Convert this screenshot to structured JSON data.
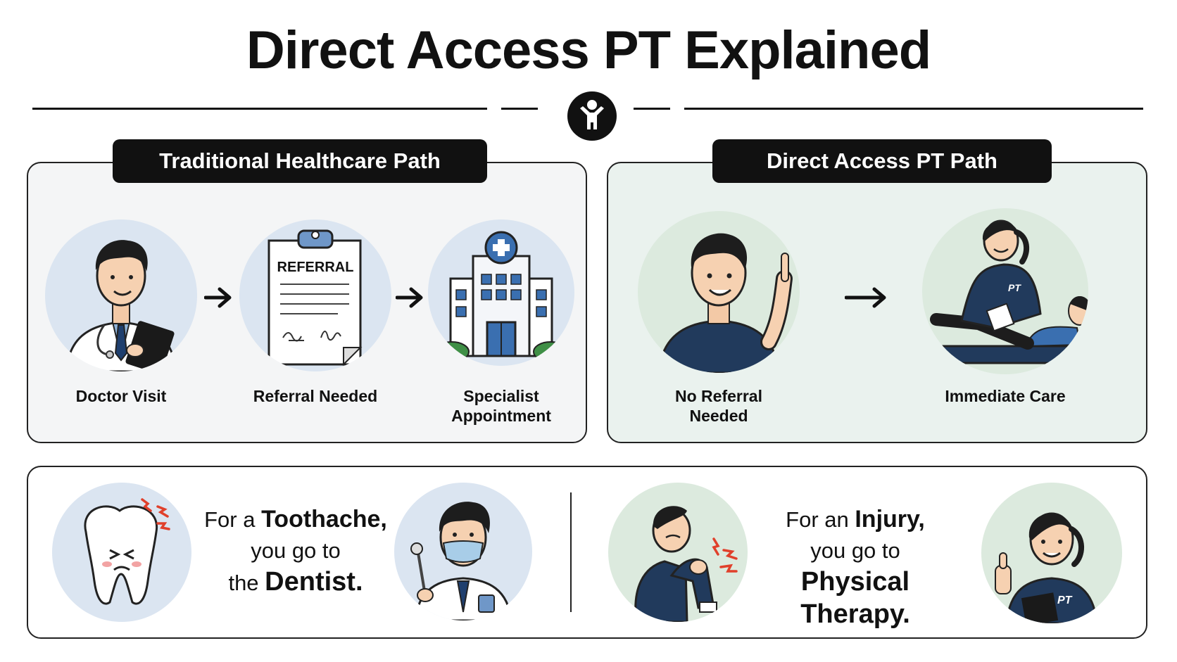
{
  "title": "Direct Access PT Explained",
  "colors": {
    "navy": "#213a5c",
    "accent_blue": "#3a6fb0",
    "pain_red": "#e0402b",
    "green_panel": "#eaf2ee"
  },
  "traditional": {
    "header": "Traditional Healthcare Path",
    "steps": [
      {
        "label": "Doctor Visit",
        "icon": "doctor-icon"
      },
      {
        "label": "Referral Needed",
        "icon": "referral-clipboard-icon",
        "doc_title": "REFERRAL"
      },
      {
        "label_line1": "Specialist",
        "label_line2": "Appointment",
        "icon": "hospital-icon"
      }
    ]
  },
  "direct": {
    "header": "Direct Access PT Path",
    "steps": [
      {
        "label_line1": "No Referral",
        "label_line2": "Needed",
        "icon": "patient-pointing-icon"
      },
      {
        "label": "Immediate Care",
        "icon": "therapist-treating-icon",
        "shirt_text": "PT"
      }
    ]
  },
  "analogy": {
    "left": {
      "pre": "For a ",
      "strong1": "Toothache,",
      "line2": "you go to",
      "line3_pre": "the ",
      "strong3": "Dentist."
    },
    "right": {
      "pre": "For an ",
      "strong1": "Injury,",
      "line2": "you go to",
      "strong3": "Physical Therapy."
    },
    "shirt_text": "PT"
  }
}
